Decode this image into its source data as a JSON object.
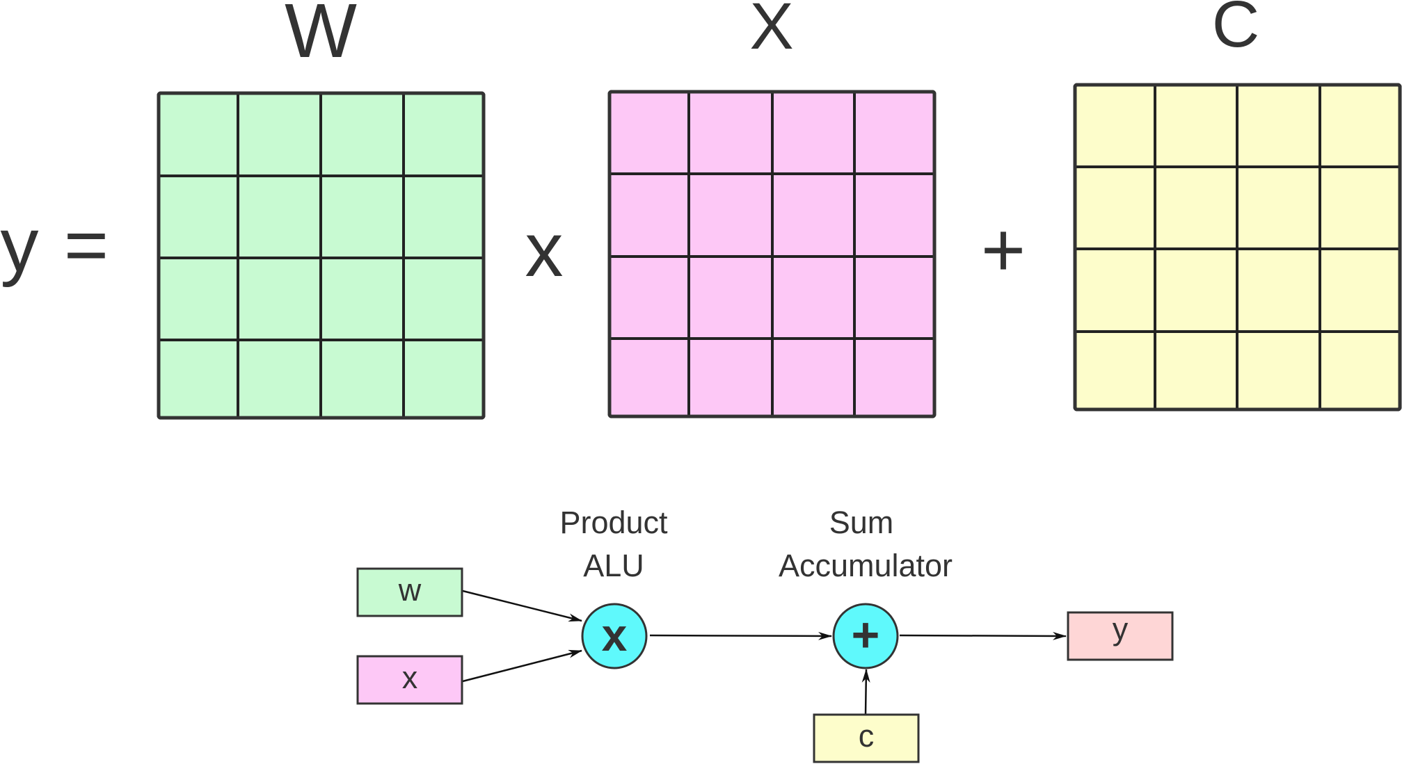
{
  "equation": {
    "lhs": "y",
    "equals": "=",
    "times": "x",
    "plus": "+",
    "matrices": [
      {
        "label": "W",
        "rows": 4,
        "cols": 4,
        "fill": "#c8fad2"
      },
      {
        "label": "X",
        "rows": 4,
        "cols": 4,
        "fill": "#fdc8f6"
      },
      {
        "label": "C",
        "rows": 4,
        "cols": 4,
        "fill": "#fdfdcb"
      }
    ]
  },
  "dataflow": {
    "product_alu": {
      "label_line1": "Product",
      "label_line2": "ALU",
      "symbol": "x",
      "fill": "#5ff9fc"
    },
    "sum_accumulator": {
      "label_line1": "Sum",
      "label_line2": "Accumulator",
      "symbol": "+",
      "fill": "#5ff9fc"
    },
    "inputs": {
      "w": {
        "text": "w",
        "fill": "#c8fad2"
      },
      "x": {
        "text": "x",
        "fill": "#fdc8f6"
      },
      "c": {
        "text": "c",
        "fill": "#fdfdcb"
      }
    },
    "output": {
      "text": "y",
      "fill": "#fed6d6"
    }
  }
}
